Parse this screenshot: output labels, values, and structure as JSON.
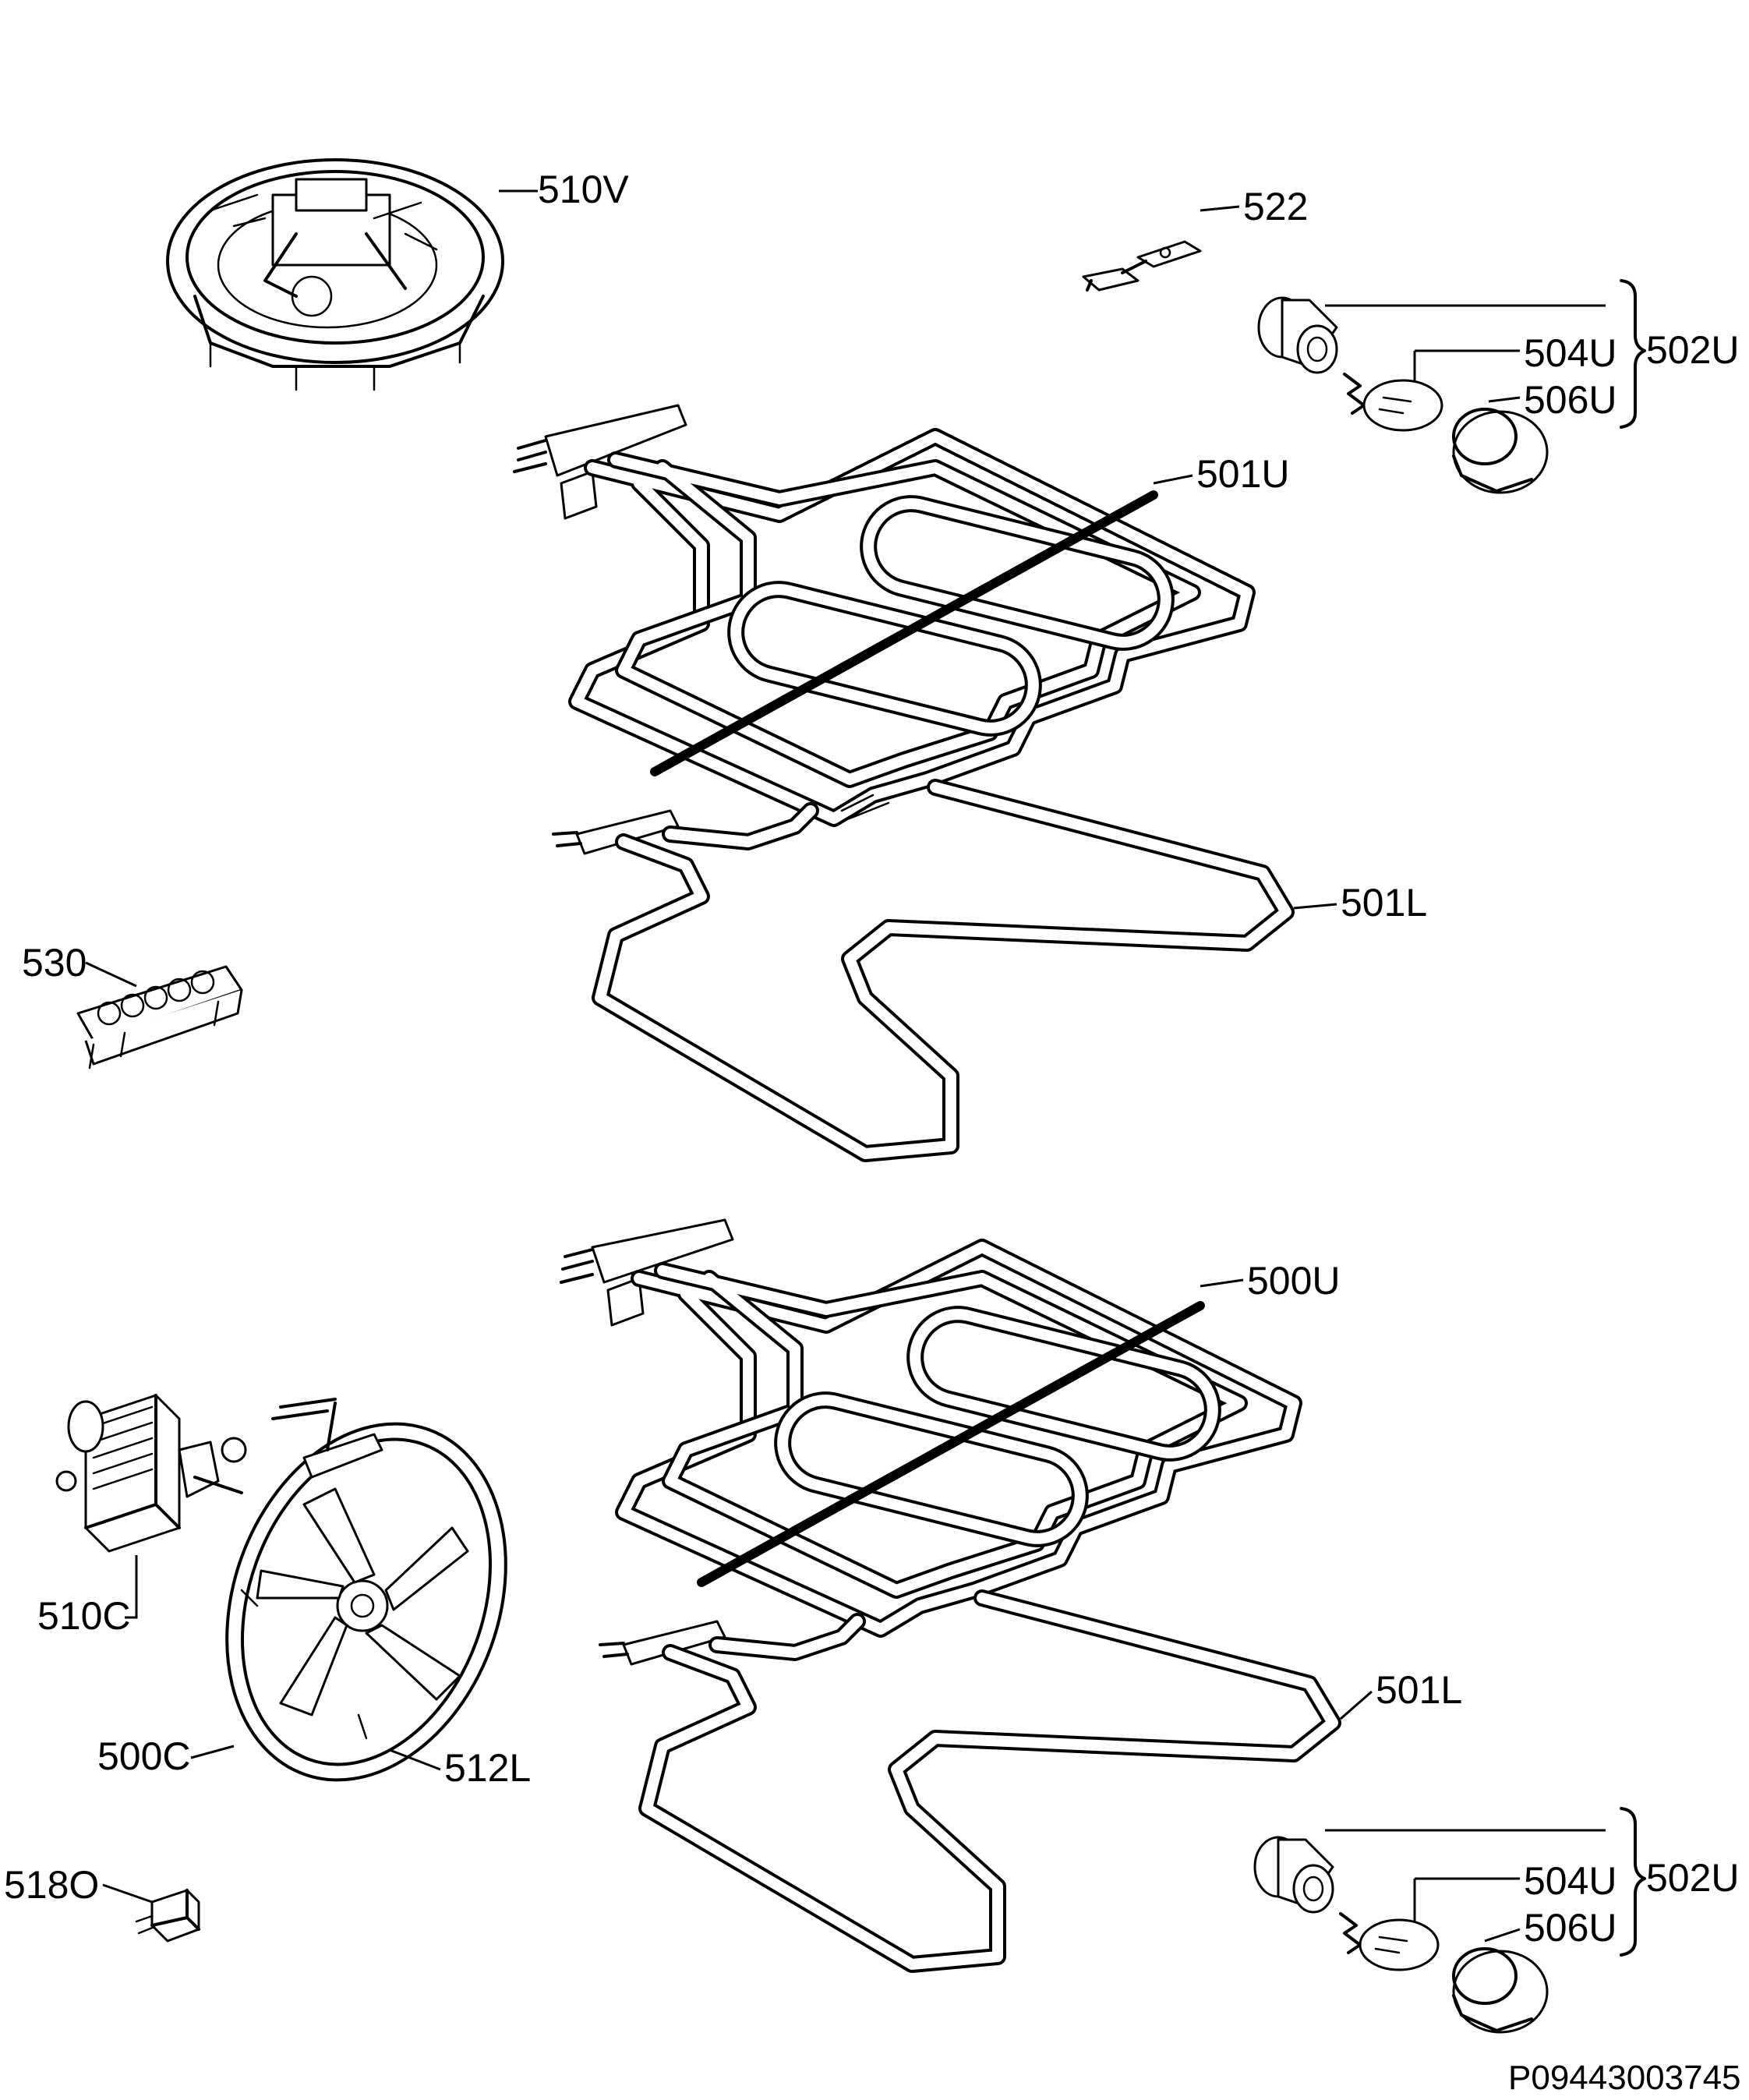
{
  "labels": {
    "l510V": "510V",
    "l522": "522",
    "l502U_top": "502U",
    "l504U_top": "504U",
    "l506U_top": "506U",
    "l501U": "501U",
    "l501L_top": "501L",
    "l530": "530",
    "l500U": "500U",
    "l510C": "510C",
    "l501L_bottom": "501L",
    "l500C": "500C",
    "l512L": "512L",
    "l502U_bottom": "502U",
    "l504U_bottom": "504U",
    "l506U_bottom": "506U",
    "l518O": "518O"
  },
  "footer": {
    "code": "P09443003745"
  }
}
